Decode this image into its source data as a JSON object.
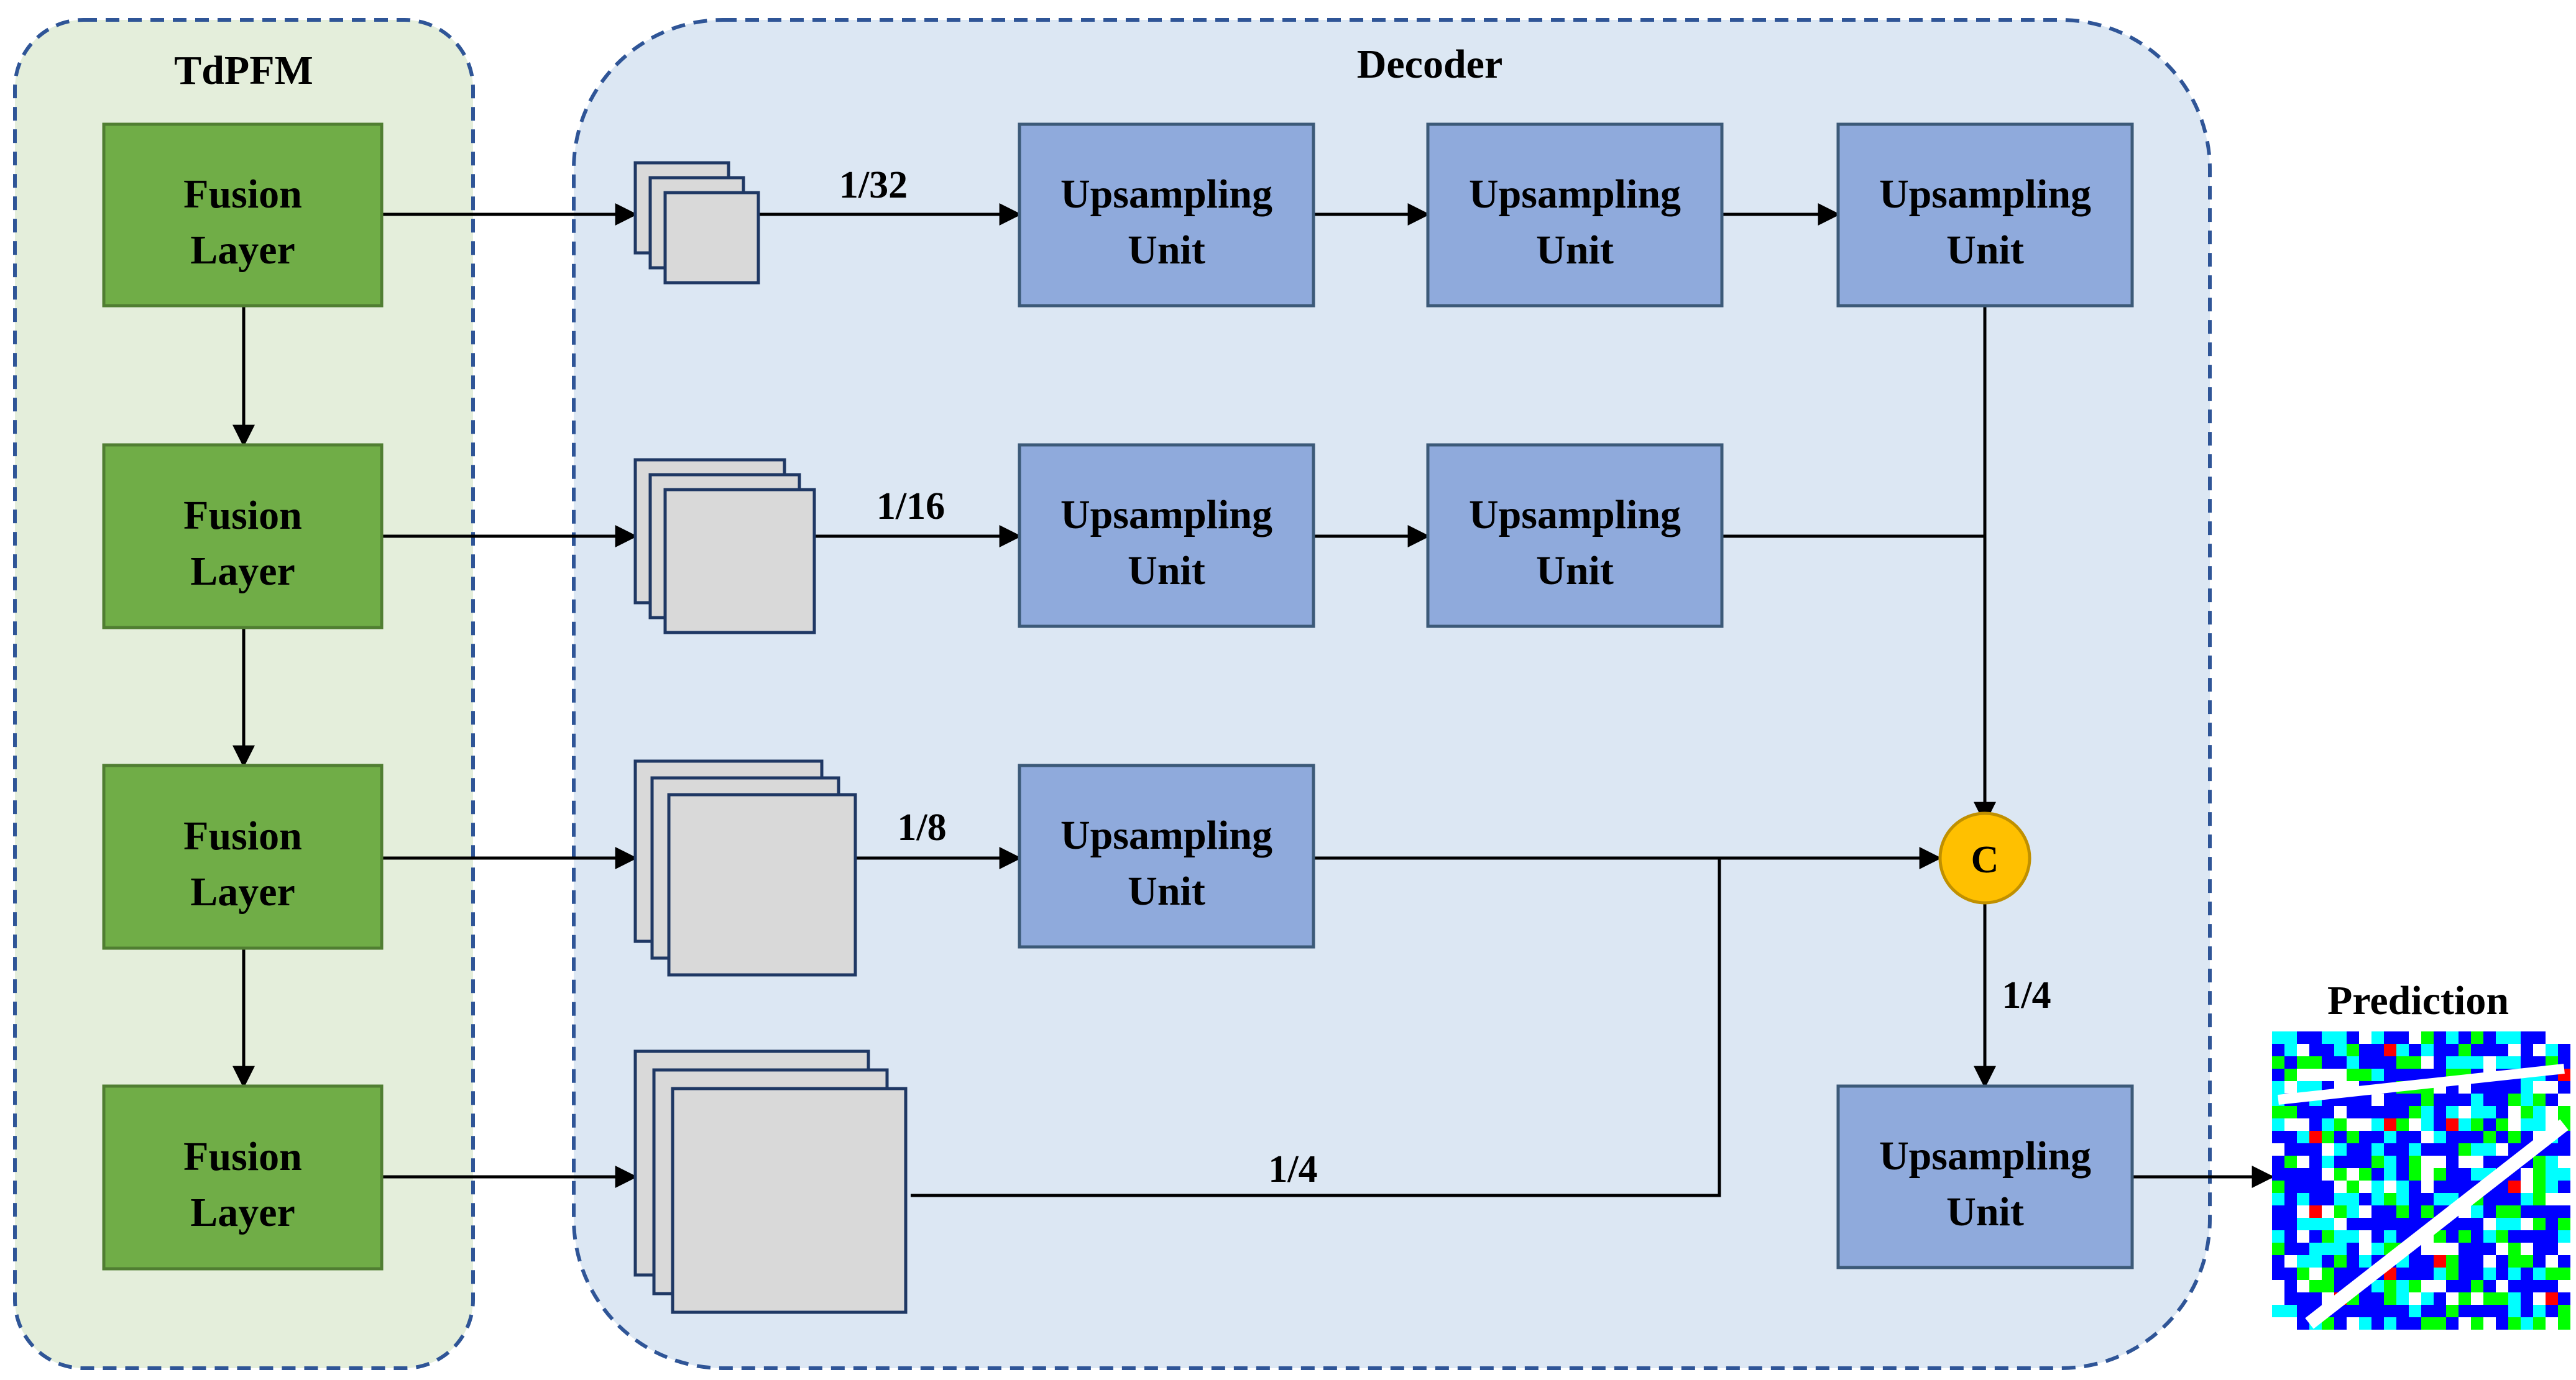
{
  "panels": {
    "encoder_title": "TdPFM",
    "decoder_title": "Decoder",
    "prediction_title": "Prediction"
  },
  "fusion_layer": {
    "line1": "Fusion",
    "line2": "Layer"
  },
  "upsampling_unit": {
    "line1": "Upsampling",
    "line2": "Unit"
  },
  "scales": {
    "s32": "1/32",
    "s16": "1/16",
    "s8": "1/8",
    "s4_feature": "1/4",
    "s4_concat": "1/4"
  },
  "concat_symbol": "C",
  "colors": {
    "encoder_bg": "#e4eedb",
    "decoder_bg": "#dce7f3",
    "panel_border": "#2f5597",
    "fusion_fill": "#70ad47",
    "fusion_border": "#507e32",
    "upsampling_fill": "#8faadc",
    "upsampling_border": "#3c5a78",
    "feature_fill": "#d9d9d9",
    "feature_border": "#1f3864",
    "concat_fill": "#ffc000",
    "concat_border": "#c09000",
    "prediction_colors": [
      "#0000ff",
      "#00ffff",
      "#00ff00",
      "#ffffff",
      "#ff0000"
    ]
  }
}
